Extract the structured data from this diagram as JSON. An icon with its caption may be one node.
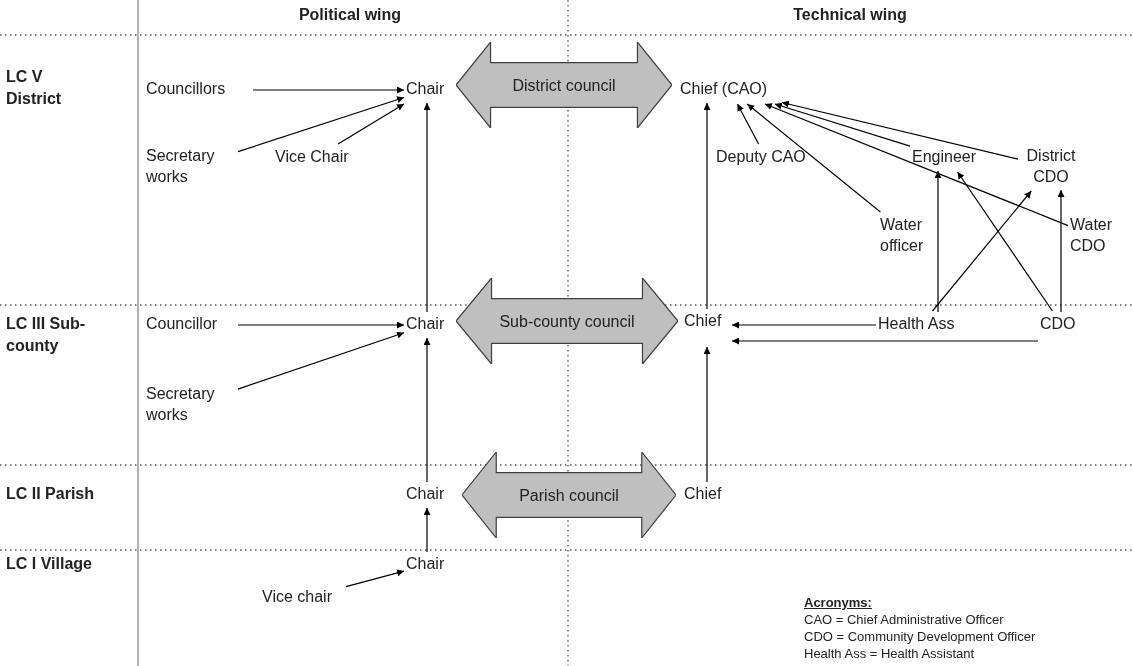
{
  "diagram": {
    "nodes": [
      {
        "text": [
          "Councillors"
        ]
      },
      {
        "text": [
          "Chair"
        ]
      },
      {
        "text": [
          "District council"
        ]
      },
      {
        "text": [
          "Chief (CAO)"
        ]
      },
      {
        "text": [
          "Secretary works"
        ]
      },
      {
        "text": [
          "Vice Chair"
        ]
      },
      {
        "text": [
          "Deputy CAO"
        ]
      },
      {
        "text": [
          "Engineer"
        ]
      },
      {
        "text": [
          "District CDO"
        ]
      },
      {
        "text": [
          "Water officer"
        ]
      },
      {
        "text": [
          "Water CDO"
        ]
      },
      {
        "text": [
          "Councillor"
        ]
      },
      {
        "text": [
          "Chair"
        ]
      },
      {
        "text": [
          "Sub-county council"
        ]
      },
      {
        "text": [
          "Chief"
        ]
      },
      {
        "text": [
          "Health Ass"
        ]
      },
      {
        "text": [
          "CDO"
        ]
      },
      {
        "text": [
          "Secretary works"
        ]
      },
      {
        "text": [
          "Chair"
        ]
      },
      {
        "text": [
          "Parish council"
        ]
      },
      {
        "text": [
          "Chief"
        ]
      },
      {
        "text": [
          "Chair"
        ]
      },
      {
        "text": [
          "Vice chair"
        ]
      }
    ],
    "edges": [
      {
        "from": 0,
        "to": 1,
        "arrow": "to"
      },
      {
        "from": 4,
        "to": 1,
        "arrow": "to"
      },
      {
        "from": 5,
        "to": 1,
        "arrow": "to"
      },
      {
        "from": 12,
        "to": 1,
        "arrow": "to"
      },
      {
        "from": 6,
        "to": 3,
        "arrow": "to"
      },
      {
        "from": 9,
        "to": 3,
        "arrow": "to"
      },
      {
        "from": 7,
        "to": 3,
        "arrow": "to"
      },
      {
        "from": 10,
        "to": 3,
        "arrow": "to"
      },
      {
        "from": 8,
        "to": 3,
        "arrow": "to"
      },
      {
        "from": 14,
        "to": 3,
        "arrow": "to"
      },
      {
        "from": 15,
        "to": 7,
        "arrow": "to"
      },
      {
        "from": 15,
        "to": 8,
        "arrow": "to"
      },
      {
        "from": 16,
        "to": 7,
        "arrow": "to"
      },
      {
        "from": 16,
        "to": 8,
        "arrow": "to"
      },
      {
        "from": 11,
        "to": 12,
        "arrow": "to"
      },
      {
        "from": 17,
        "to": 12,
        "arrow": "to"
      },
      {
        "from": 18,
        "to": 12,
        "arrow": "to"
      },
      {
        "from": 15,
        "to": 14,
        "arrow": "to"
      },
      {
        "from": 16,
        "to": 14,
        "arrow": "to"
      },
      {
        "from": 20,
        "to": 14,
        "arrow": "to"
      },
      {
        "from": 21,
        "to": 18,
        "arrow": "to"
      },
      {
        "from": 22,
        "to": 21,
        "arrow": "to"
      }
    ],
    "labels": [
      "Political wing",
      "Technical wing",
      "LC V District",
      "LC III Sub-county",
      "LC II Parish",
      "LC I Village",
      "Acronyms:",
      "CAO = Chief Administrative Officer",
      "CDO = Community Development Officer",
      "Health Ass = Health Assistant"
    ]
  }
}
